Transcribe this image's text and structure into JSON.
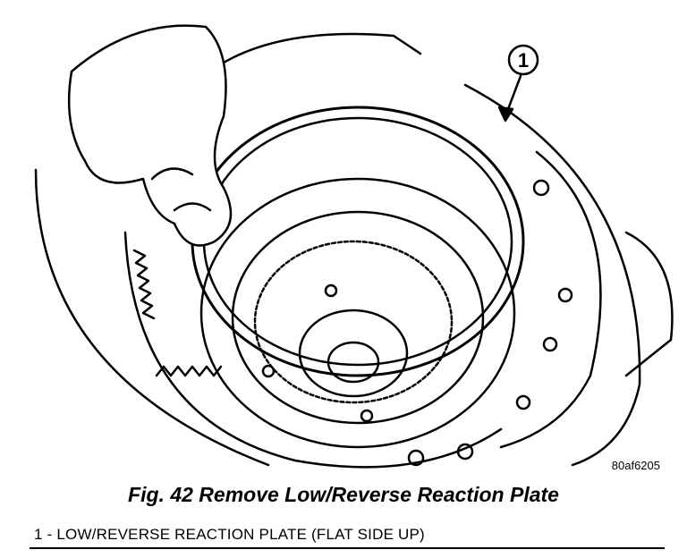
{
  "figure": {
    "code": "80af6205",
    "callout_number": "1",
    "caption": "Fig. 42 Remove Low/Reverse Reaction Plate",
    "legend": [
      {
        "text": "1 - LOW/REVERSE REACTION PLATE (FLAT SIDE UP)"
      }
    ]
  }
}
